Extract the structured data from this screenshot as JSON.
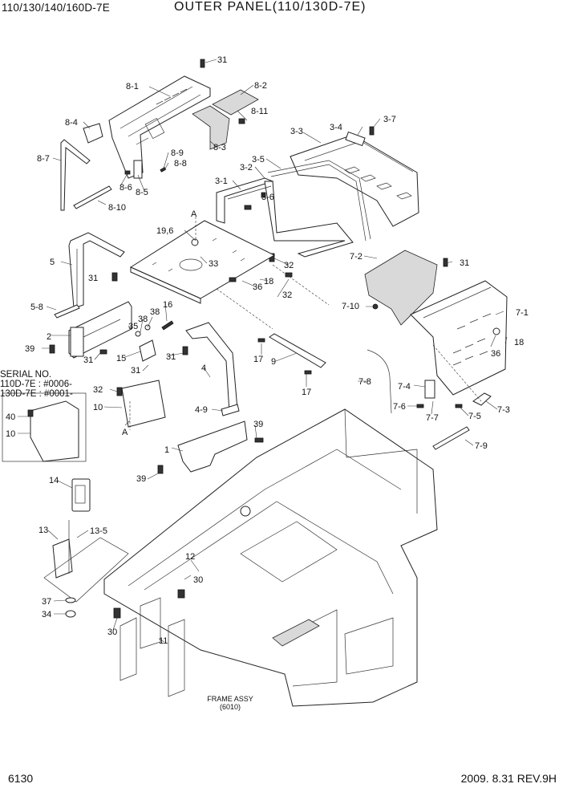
{
  "header": {
    "model": "110/130/140/160D-7E",
    "title": "OUTER PANEL(110/130D-7E)"
  },
  "footer": {
    "page": "6130",
    "revision": "2009. 8.31  REV.9H"
  },
  "serial_note": {
    "heading": "SERIAL NO.",
    "line1": "110D-7E : #0006-",
    "line2": "130D-7E : #0001-"
  },
  "frame_note": {
    "line1": "FRAME ASSY",
    "line2": "(6010)"
  },
  "callouts": {
    "c31a": "31",
    "c8_1": "8-1",
    "c8_2": "8-2",
    "c8_11": "8-11",
    "c8_4": "8-4",
    "c8_3": "8-3",
    "c8_7": "8-7",
    "c8_9": "8-9",
    "c8_8": "8-8",
    "c8_6": "8-6",
    "c8_5": "8-5",
    "c8_10": "8-10",
    "c3_3": "3-3",
    "c3_4": "3-4",
    "c3_7": "3-7",
    "c3_5": "3-5",
    "c3_2": "3-2",
    "c3_1": "3-1",
    "c3_6": "3-6",
    "cA1": "A",
    "c19_6": "19,6",
    "c5": "5",
    "c33": "33",
    "c32a": "32",
    "c32b": "32",
    "c31b": "31",
    "c36a": "36",
    "c18a": "18",
    "c7_2": "7-2",
    "c31c": "31",
    "c7_1": "7-1",
    "c7_10": "7-10",
    "c5_8": "5-8",
    "c38a": "38",
    "c16": "16",
    "c35": "35",
    "c38b": "38",
    "c2": "2",
    "c39a": "39",
    "c31d": "31",
    "c15": "15",
    "c31e": "31",
    "c31f": "31",
    "c17a": "17",
    "c9": "9",
    "c36b": "36",
    "c18b": "18",
    "c4": "4",
    "c17b": "17",
    "c7_8": "7-8",
    "c7_4": "7-4",
    "c7_6": "7-6",
    "c7_7": "7-7",
    "c7_5": "7-5",
    "c7_3": "7-3",
    "c32c": "32",
    "c10a": "10",
    "cA2": "A",
    "c4_9": "4-9",
    "c39b": "39",
    "c40": "40",
    "c10b": "10",
    "c1": "1",
    "c39c": "39",
    "c7_9": "7-9",
    "c14": "14",
    "c13": "13",
    "c13_5": "13-5",
    "c12": "12",
    "c30a": "30",
    "c37": "37",
    "c34": "34",
    "c30b": "30",
    "c11": "11"
  }
}
